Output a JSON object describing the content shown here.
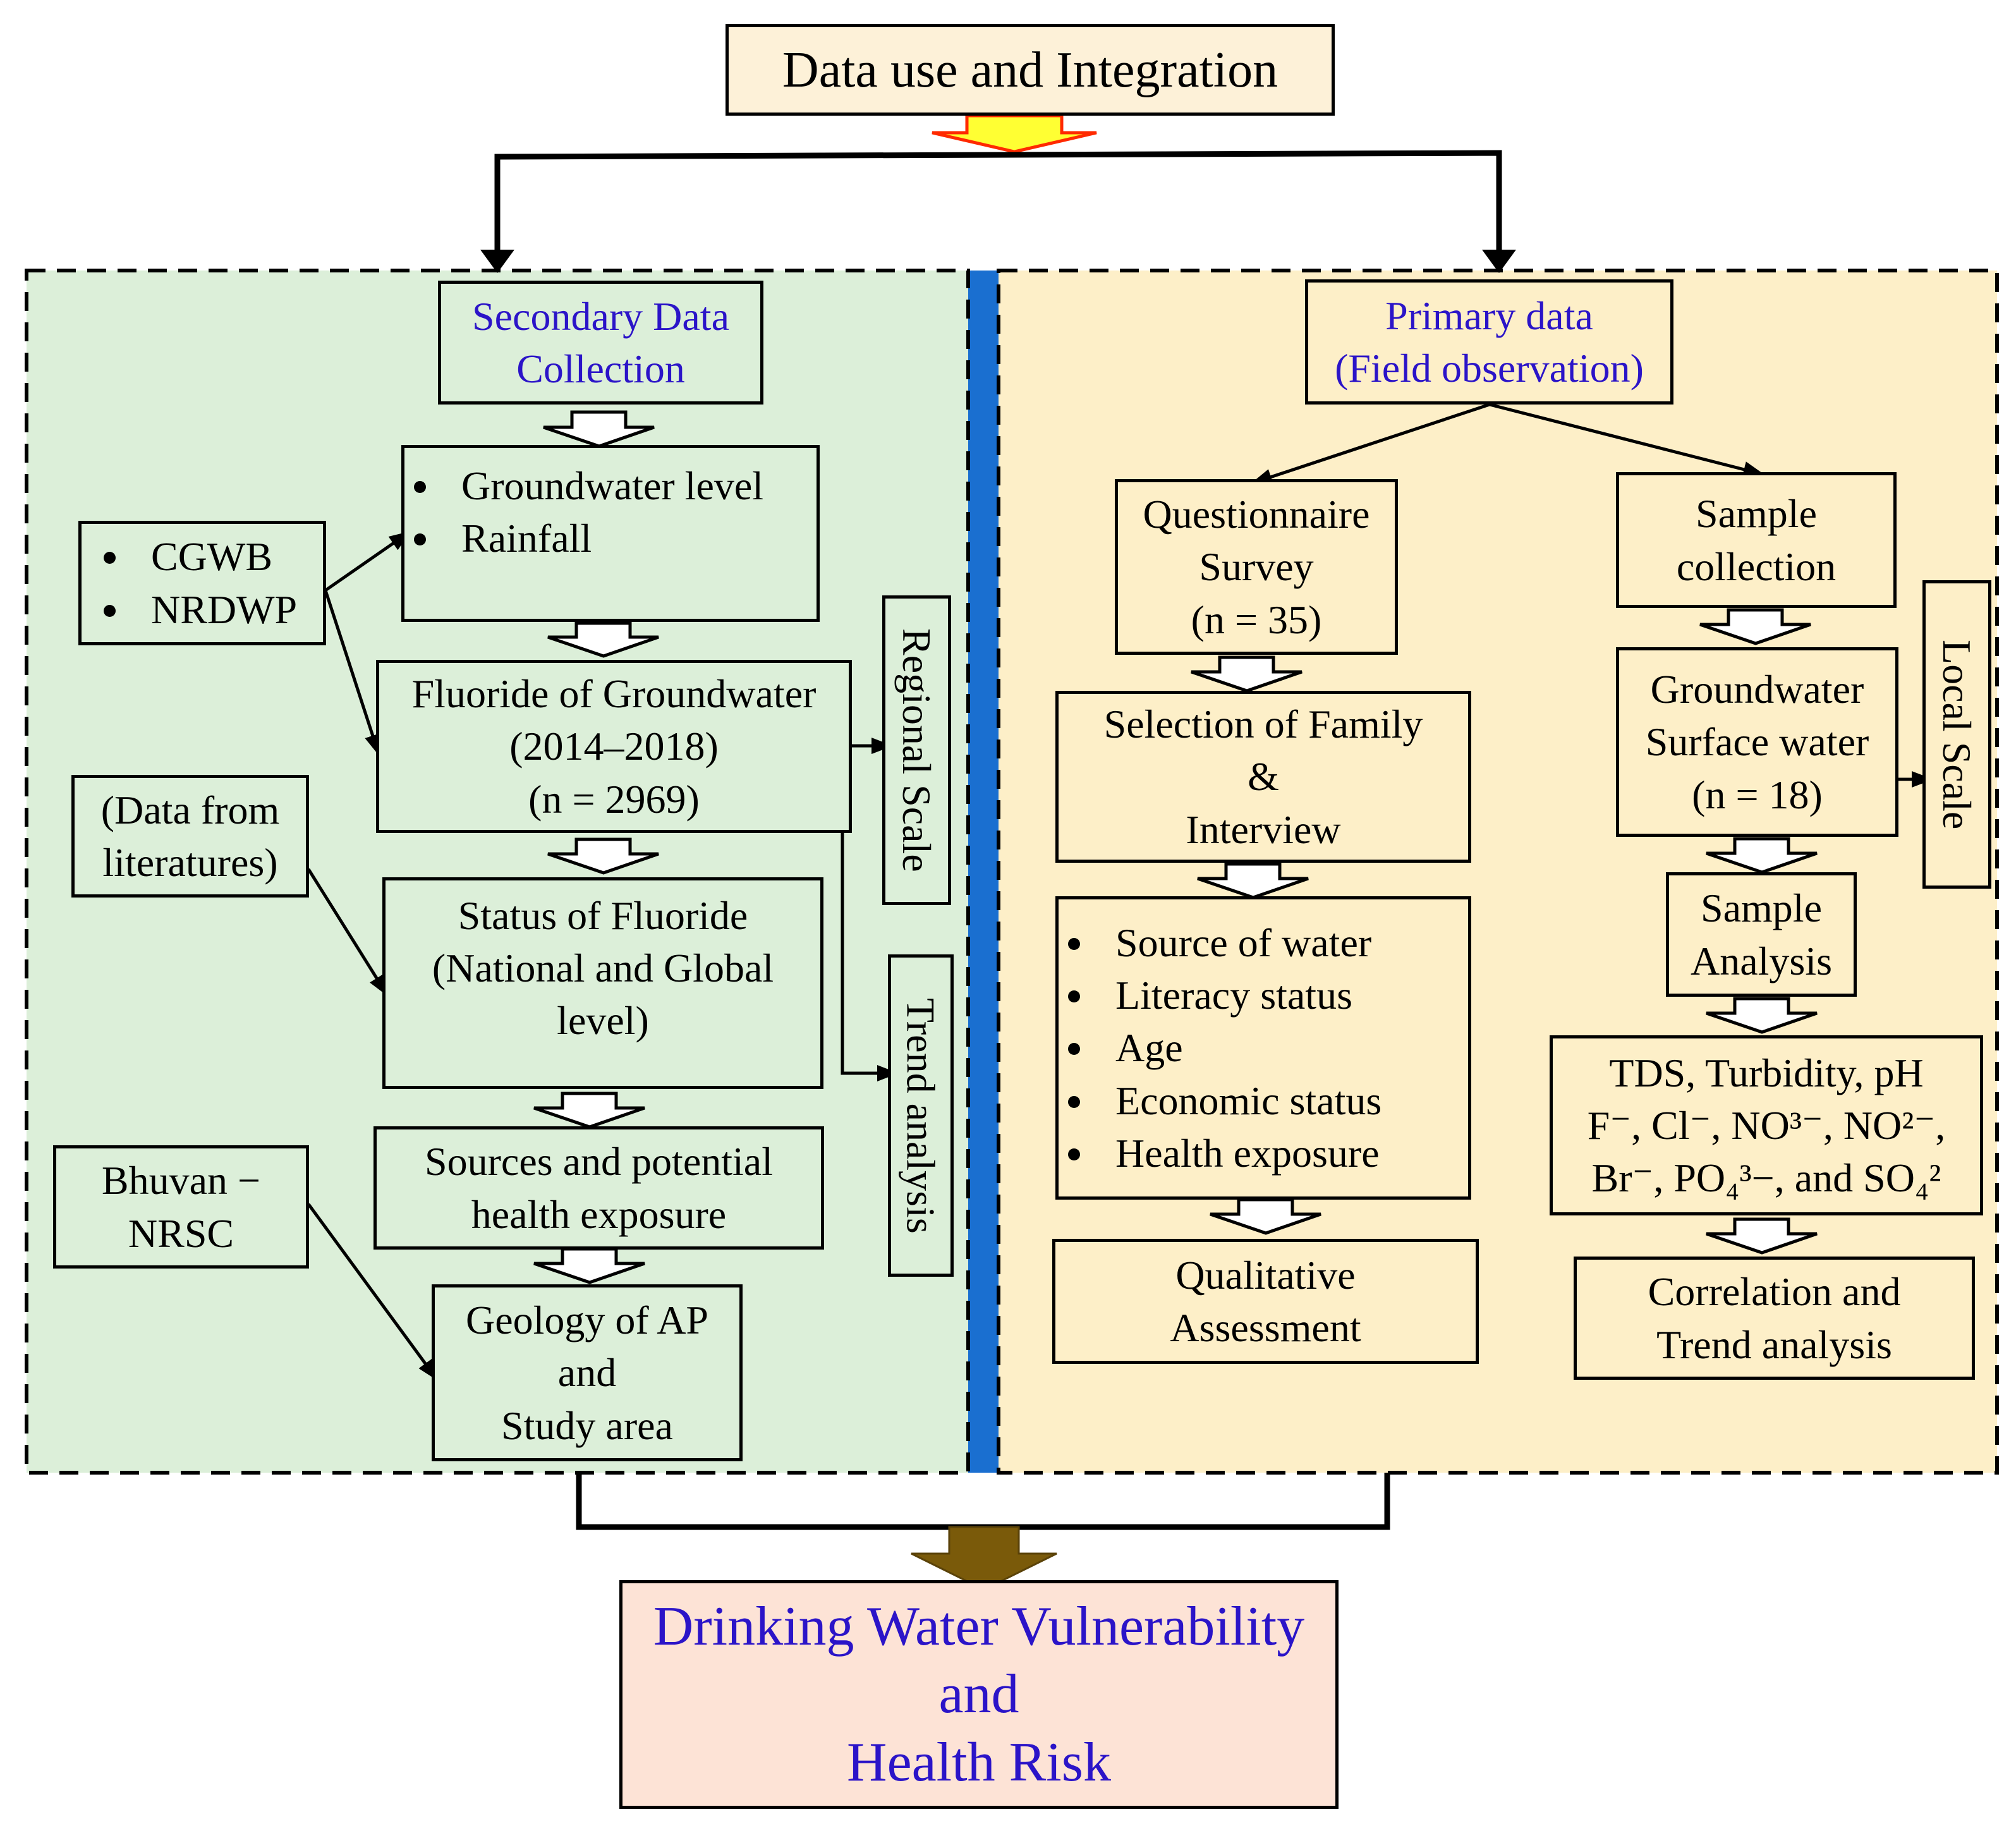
{
  "top_box": "Data use and Integration",
  "secondary": {
    "header": [
      "Secondary Data",
      "Collection"
    ],
    "gw_rain": [
      "Groundwater level",
      "Rainfall"
    ],
    "cgwb": [
      "CGWB",
      "NRDWP"
    ],
    "fluoride_gw": [
      "Fluoride of Groundwater",
      "(2014–2018)",
      "(n = 2969)"
    ],
    "literature": [
      "(Data from",
      "literatures)"
    ],
    "status": [
      "Status of Fluoride",
      "(National and Global",
      "level)"
    ],
    "sources": [
      "Sources and potential",
      "health exposure"
    ],
    "bhuvan": [
      "Bhuvan −",
      "NRSC"
    ],
    "geology": [
      "Geology of AP",
      "and",
      "Study area"
    ],
    "regional_scale": "Regional Scale",
    "trend_analysis": "Trend analysis"
  },
  "primary": {
    "header": [
      "Primary data",
      "(Field observation)"
    ],
    "questionnaire": [
      "Questionnaire",
      "Survey",
      "(n = 35)"
    ],
    "selection": [
      "Selection of Family",
      "&",
      "Interview"
    ],
    "attributes": [
      "Source of water",
      "Literacy status",
      "Age",
      "Economic status",
      "Health exposure"
    ],
    "qualitative": [
      "Qualitative",
      "Assessment"
    ],
    "sample_collection": [
      "Sample",
      "collection"
    ],
    "gw_sw": [
      "Groundwater",
      "Surface water",
      "(n = 18)"
    ],
    "local_scale": "Local Scale",
    "sample_analysis": [
      "Sample",
      "Analysis"
    ],
    "params": [
      "TDS, Turbidity, pH",
      "F⁻, Cl⁻, NO³⁻, NO²⁻,",
      "Br⁻, PO₄³−, and SO₄²"
    ],
    "correlation": [
      "Correlation and",
      "Trend analysis"
    ]
  },
  "result": [
    "Drinking Water Vulnerability",
    "and",
    "Health Risk"
  ],
  "colors": {
    "secondary_bg": "#dcefd9",
    "primary_bg": "#fdefc8",
    "divider": "#1a6fd0",
    "result_bg": "#fde3d6",
    "title_bg": "#fdf1d8",
    "accent_text": "#2b14c8",
    "bottom_arrow": "#7a5a0a",
    "top_arrow_fill": "#ffff33",
    "top_arrow_stroke": "#ff2a00"
  }
}
